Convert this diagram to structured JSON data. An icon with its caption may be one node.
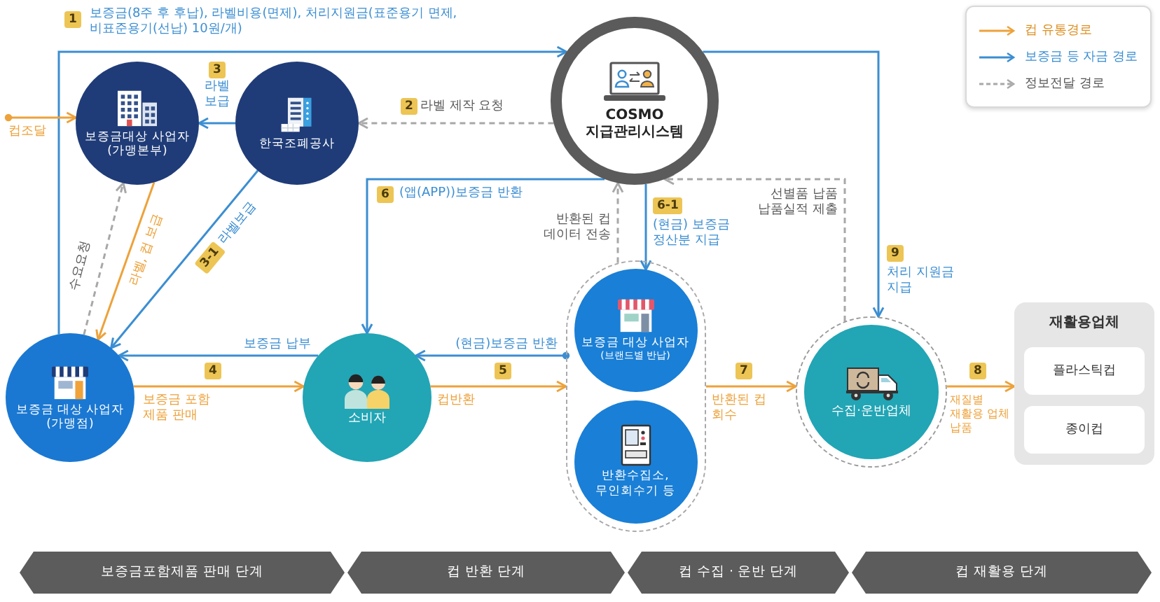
{
  "diagram": {
    "nodes": [
      {
        "text": [
          "보증금대상 사업자 (가맹본부)"
        ]
      },
      {
        "text": [
          "한국조폐공사"
        ]
      },
      {
        "text": [
          "COSMO 지급관리시스템"
        ]
      },
      {
        "text": [
          "보증금 대상 사업자 (가맹점)"
        ]
      },
      {
        "text": [
          "소비자"
        ]
      },
      {
        "text": [],
        "shape": "box"
      },
      {
        "text": [
          "보증금 대상 사업자",
          "(브랜드별 반납)"
        ],
        "in": 5
      },
      {
        "text": [
          "반환수집소, 무인회수기 등"
        ],
        "in": 5
      },
      {
        "text": [
          "수집·운반업체"
        ]
      },
      {
        "text": [
          "재활용업체"
        ]
      },
      {
        "text": [
          "플라스틱컵"
        ],
        "in": 9
      },
      {
        "text": [
          "종이컵"
        ],
        "in": 9
      },
      {
        "text": [
          "보증금포함제품 판매 단계"
        ]
      },
      {
        "text": [
          "컵 반환 단계"
        ]
      },
      {
        "text": [
          "컵 수집 · 운반 단계"
        ]
      },
      {
        "text": [
          "컵 재활용 단계"
        ]
      }
    ],
    "edges": [
      {
        "from": 3,
        "to": 2,
        "arrow": "to",
        "label": "보증금(8주 후 후납), 라벨비용(면제), 처리지원금(표준용기 면제, 비표준용기(선납) 10원/개)"
      },
      {
        "from": 2,
        "to": 1,
        "arrow": "to",
        "label": "라벨 제작 요청",
        "style": "dashed",
        "color": "#a8a8a8"
      },
      {
        "from": 1,
        "to": 0,
        "arrow": "to",
        "label": "라벨 보급"
      },
      {
        "from": 1,
        "to": 3,
        "arrow": "to",
        "label": "라벨보급"
      },
      {
        "from": 0,
        "to": 3,
        "arrow": "to",
        "label": "라벨, 컵 보급",
        "color": "#eda23b"
      },
      {
        "from": 3,
        "to": 0,
        "arrow": "to",
        "label": "수요요청",
        "style": "dashed",
        "color": "#a8a8a8"
      },
      {
        "from": 4,
        "to": 3,
        "arrow": "to",
        "label": "보증금 납부"
      },
      {
        "from": 3,
        "to": 4,
        "arrow": "to",
        "label": "보증금 포함 제품 판매",
        "color": "#eda23b"
      },
      {
        "from": 2,
        "to": 4,
        "arrow": "to",
        "label": "(앱(APP))보증금 반환"
      },
      {
        "from": 5,
        "to": 4,
        "arrow": "to",
        "label": "(현금)보증금 반환"
      },
      {
        "from": 4,
        "to": 5,
        "arrow": "to",
        "label": "컵반환",
        "color": "#eda23b"
      },
      {
        "from": 5,
        "to": 2,
        "arrow": "to",
        "label": "반환된 컵 데이터 전송",
        "style": "dashed",
        "color": "#a8a8a8"
      },
      {
        "from": 2,
        "to": 6,
        "arrow": "to",
        "label": "(현금) 보증금 정산분 지급"
      },
      {
        "from": 5,
        "to": 8,
        "arrow": "to",
        "label": "반환된 컵 회수",
        "color": "#eda23b"
      },
      {
        "from": 8,
        "to": 2,
        "arrow": "to",
        "label": "선별품 납품 납품실적 제출",
        "style": "dashed",
        "color": "#a8a8a8"
      },
      {
        "from": 2,
        "to": 8,
        "arrow": "to",
        "label": "처리 지원금 지급"
      },
      {
        "from": 8,
        "to": 9,
        "arrow": "to",
        "label": "재질별 재활용 업체 납품",
        "color": "#eda23b"
      },
      {
        "from": null,
        "to": 0,
        "arrow": "to",
        "label": "컵조달",
        "color": "#eda23b"
      }
    ],
    "labels": [
      "1",
      "2",
      "3",
      "3-1",
      "4",
      "5",
      "6",
      "6-1",
      "7",
      "8",
      "9"
    ],
    "legend": [
      {
        "text": "컵 유통경로"
      },
      {
        "text": "보증금 등 자금 경로"
      },
      {
        "text": "정보전달 경로"
      }
    ]
  }
}
